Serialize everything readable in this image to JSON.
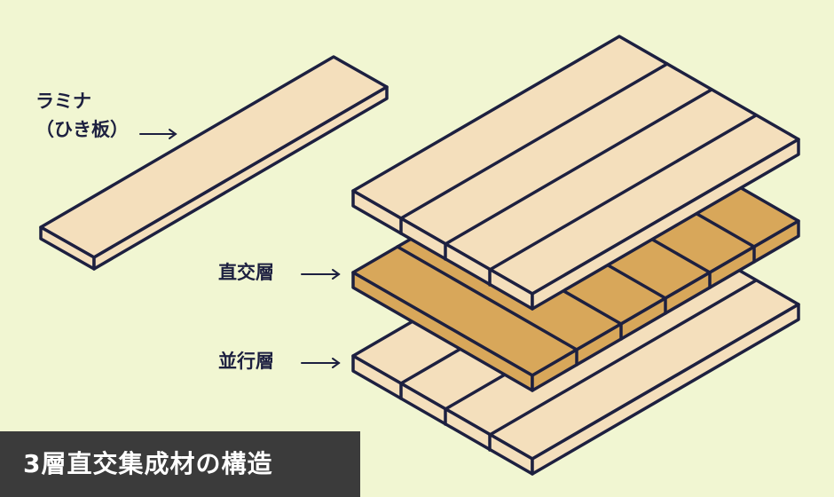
{
  "labels": {
    "lamina_line1": "ラミナ",
    "lamina_line2": "（ひき板）",
    "cross_layer": "直交層",
    "parallel_layer": "並行層"
  },
  "caption": "3層直交集成材の構造",
  "colors": {
    "background": "#f1f6d2",
    "board_light": "#f4dfbc",
    "board_dark": "#d8a75a",
    "outline": "#1d2040",
    "caption_bg": "#3b3b3b",
    "caption_text": "#ffffff"
  }
}
